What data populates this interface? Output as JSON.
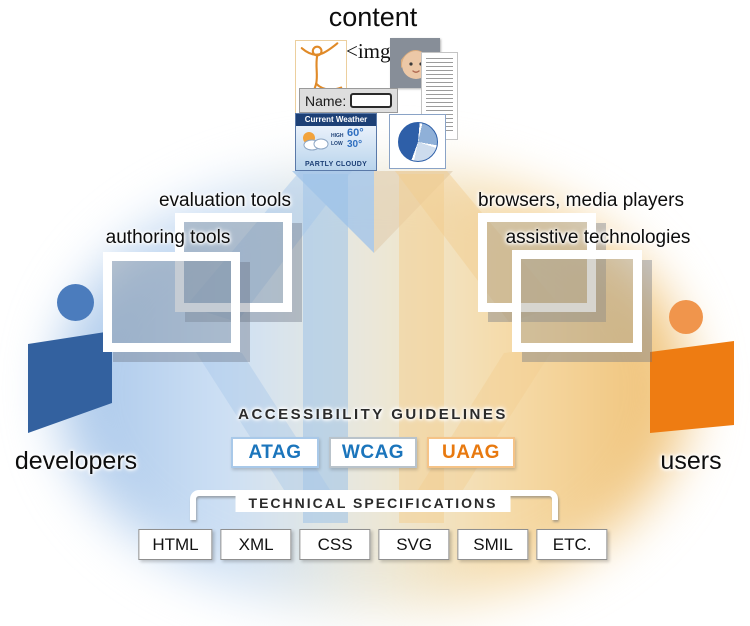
{
  "diagram": {
    "content_label": "content",
    "developers_label": "developers",
    "users_label": "users"
  },
  "left_tools": {
    "evaluation": "evaluation tools",
    "authoring": "authoring tools"
  },
  "right_tools": {
    "browsers": "browsers, media players",
    "assistive": "assistive technologies"
  },
  "guidelines": {
    "heading": "ACCESSIBILITY GUIDELINES",
    "items": [
      {
        "label": "ATAG",
        "color": "#1b75bc",
        "border": "#a9c9e9"
      },
      {
        "label": "WCAG",
        "color": "#1b75bc",
        "border": "#b9c3cb"
      },
      {
        "label": "UAAG",
        "color": "#e8790f",
        "border": "#f5c387"
      }
    ]
  },
  "specs": {
    "heading": "TECHNICAL SPECIFICATIONS",
    "items": [
      "HTML",
      "XML",
      "CSS",
      "SVG",
      "SMIL",
      "ETC."
    ]
  },
  "collage": {
    "img_tag": "<img",
    "name_label": "Name:",
    "weather": {
      "title": "Current Weather",
      "high_label": "HIGH",
      "low_label": "LOW",
      "high_value": "60°",
      "low_value": "30°",
      "condition": "PARTLY CLOUDY"
    }
  },
  "colors": {
    "accent_blue": "#1b75bc",
    "accent_orange": "#e8790f"
  }
}
